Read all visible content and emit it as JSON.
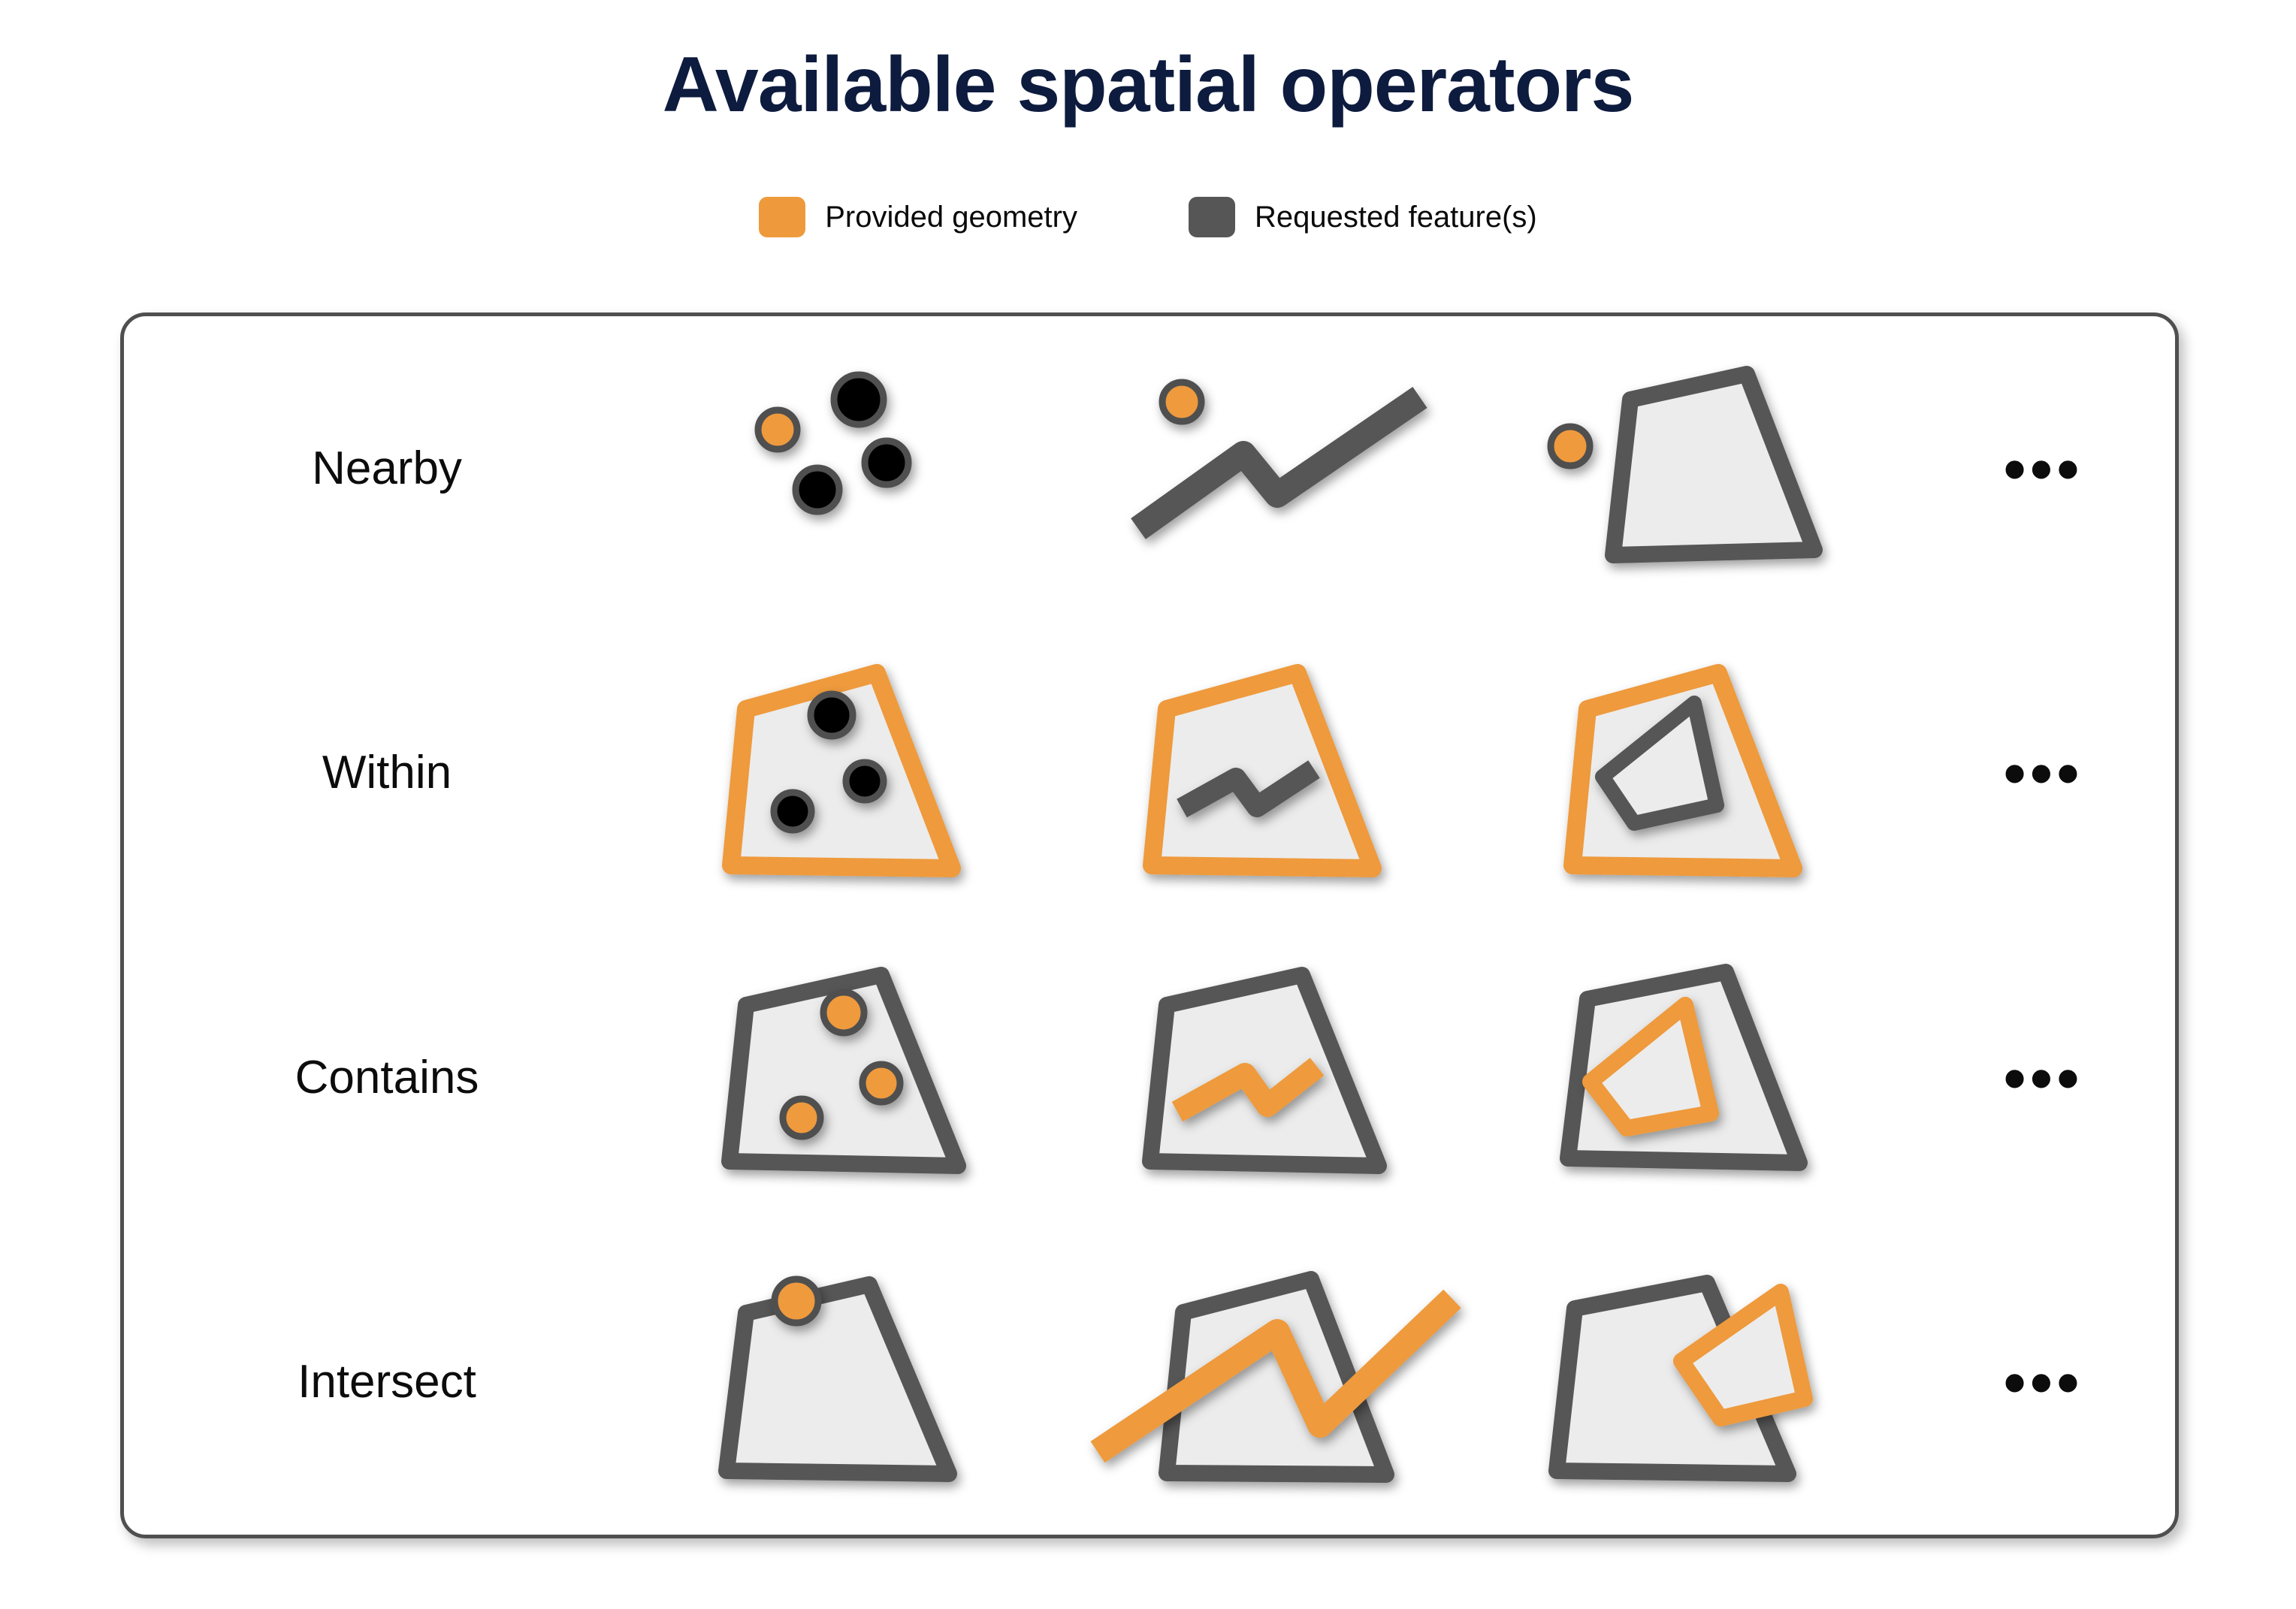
{
  "title": "Available spatial operators",
  "legend": {
    "items": [
      {
        "label": "Provided geometry",
        "color": "#ee9a3c",
        "swatch": "orange"
      },
      {
        "label": "Requested feature(s)",
        "color": "#565656",
        "swatch": "gray"
      }
    ]
  },
  "colors": {
    "orange": "#ee9a3c",
    "gray": "#565656",
    "polygon_fill": "#ececec",
    "point_black": "#000000",
    "title_navy": "#0d1b3e",
    "card_border": "#4f4f4f"
  },
  "table": {
    "row_labels": [
      "Nearby",
      "Within",
      "Contains",
      "Intersect"
    ],
    "more_symbol": "•••",
    "rows": [
      {
        "operator": "Nearby",
        "cells": [
          {
            "geometry_type": "points",
            "provided": "point",
            "requested": "points",
            "relation": "near"
          },
          {
            "geometry_type": "line",
            "provided": "point",
            "requested": "line",
            "relation": "near"
          },
          {
            "geometry_type": "polygon",
            "provided": "point",
            "requested": "polygon",
            "relation": "near"
          }
        ],
        "more": "•••"
      },
      {
        "operator": "Within",
        "cells": [
          {
            "geometry_type": "points",
            "provided": "polygon",
            "requested": "points",
            "relation": "inside"
          },
          {
            "geometry_type": "line",
            "provided": "polygon",
            "requested": "line",
            "relation": "inside"
          },
          {
            "geometry_type": "polygon",
            "provided": "polygon",
            "requested": "polygon",
            "relation": "inside"
          }
        ],
        "more": "•••"
      },
      {
        "operator": "Contains",
        "cells": [
          {
            "geometry_type": "points",
            "provided": "points",
            "requested": "polygon",
            "relation": "inside"
          },
          {
            "geometry_type": "line",
            "provided": "line",
            "requested": "polygon",
            "relation": "inside"
          },
          {
            "geometry_type": "polygon",
            "provided": "polygon",
            "requested": "polygon",
            "relation": "inside"
          }
        ],
        "more": "•••"
      },
      {
        "operator": "Intersect",
        "cells": [
          {
            "geometry_type": "points",
            "provided": "point",
            "requested": "polygon",
            "relation": "on-boundary"
          },
          {
            "geometry_type": "line",
            "provided": "line",
            "requested": "polygon",
            "relation": "crossing"
          },
          {
            "geometry_type": "polygon",
            "provided": "polygon",
            "requested": "polygon",
            "relation": "overlapping"
          }
        ],
        "more": "•••"
      }
    ]
  }
}
